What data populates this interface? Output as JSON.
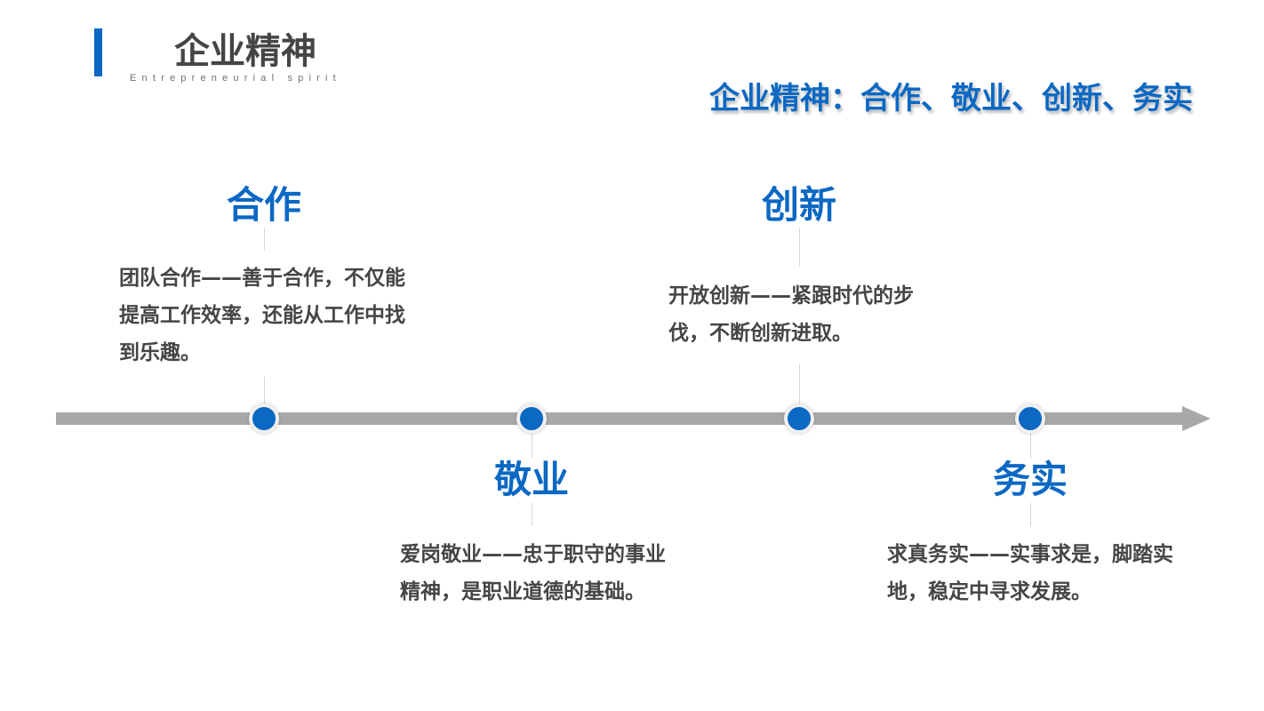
{
  "header": {
    "title": "企业精神",
    "subtitle": "Entrepreneurial spirit",
    "headline": "企业精神：合作、敬业、创新、务实"
  },
  "colors": {
    "accent": "#0b68c3",
    "text": "#454545",
    "timeline": "#a8a8a8"
  },
  "stages": [
    {
      "title": "合作",
      "description": "团队合作——善于合作，不仅能提高工作效率，还能从工作中找到乐趣。"
    },
    {
      "title": "敬业",
      "description": "爱岗敬业——忠于职守的事业精神，是职业道德的基础。"
    },
    {
      "title": "创新",
      "description": "开放创新——紧跟时代的步伐，不断创新进取。"
    },
    {
      "title": "务实",
      "description": "求真务实——实事求是，脚踏实地，稳定中寻求发展。"
    }
  ]
}
